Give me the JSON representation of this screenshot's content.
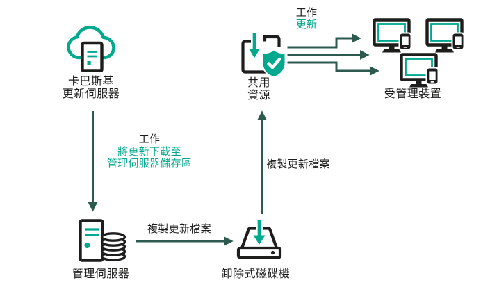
{
  "colors": {
    "brand_teal": "#00A88E",
    "icon_dark": "#1D1D1B",
    "arrow_green": "#2C5A4F",
    "text_black": "#1D1D1B",
    "background": "#FFFFFF"
  },
  "nodes": {
    "update_servers": {
      "icon": "cloud-server-icon",
      "label_line1": "卡巴斯基",
      "label_line2": "更新伺服器"
    },
    "admin_server": {
      "icon": "server-database-icon",
      "label": "管理伺服器"
    },
    "removable_drive": {
      "icon": "removable-drive-icon",
      "label": "卸除式磁碟機"
    },
    "shared_folder": {
      "icon": "shared-folder-shield-icon",
      "label_line1": "共用",
      "label_line2": "資源"
    },
    "managed_devices": {
      "icon": "monitor-phone-icon",
      "count": 3,
      "label": "受管理裝置"
    }
  },
  "edges": {
    "download_task": {
      "title": "工作",
      "desc_line1": "將更新下載至",
      "desc_line2": "管理伺服器儲存區"
    },
    "copy_to_drive": {
      "label": "複製更新檔案"
    },
    "copy_to_share": {
      "label": "複製更新檔案"
    },
    "update_task": {
      "title": "工作",
      "subtitle": "更新"
    }
  }
}
